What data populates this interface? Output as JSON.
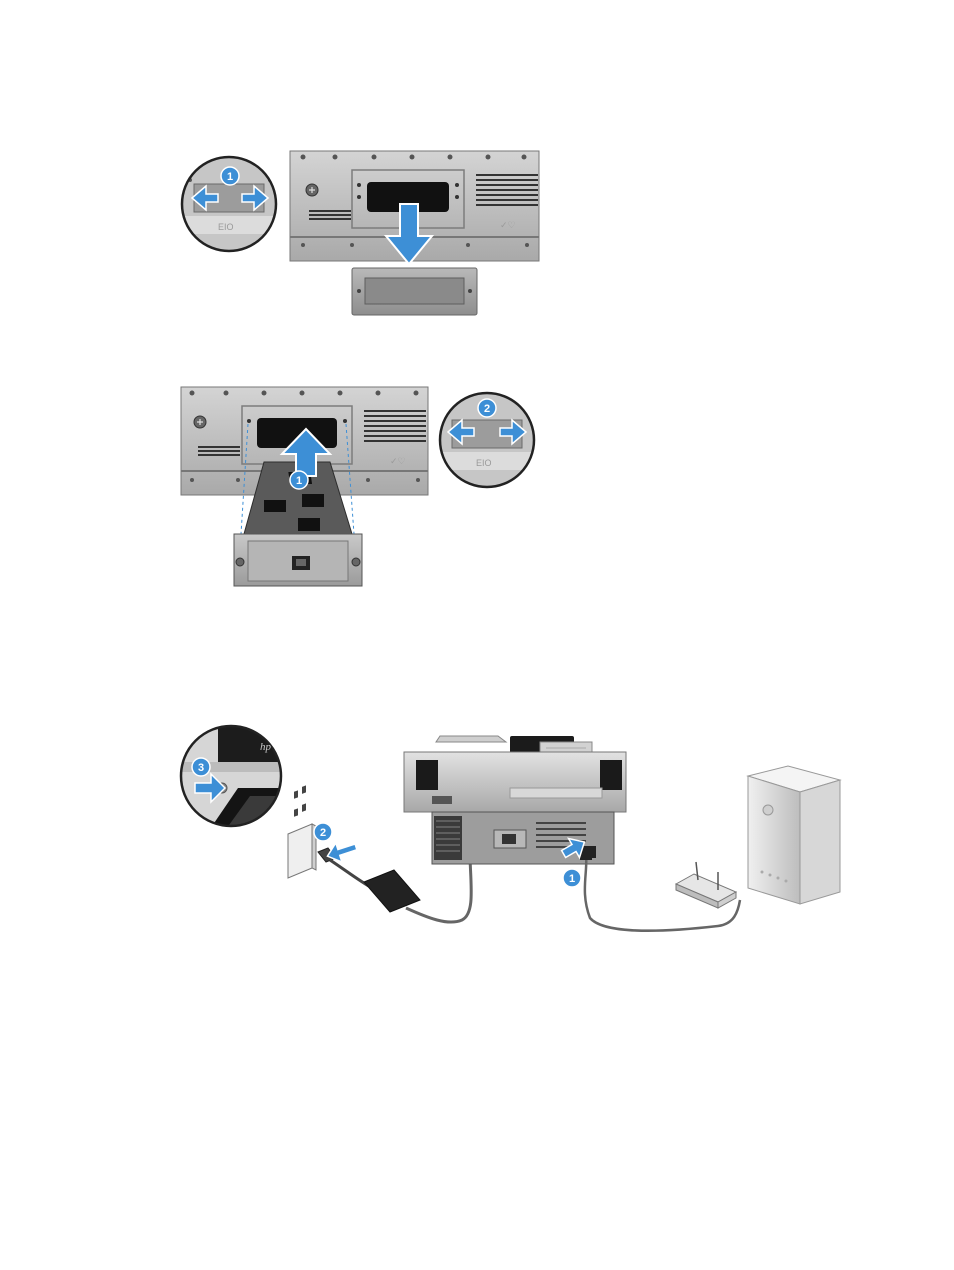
{
  "colors": {
    "accent_blue": "#3d8fd6",
    "panel_gray": "#bcbcbc",
    "panel_dark": "#8c8c8c",
    "slot_black": "#111111",
    "line_gray": "#555555"
  },
  "figure1": {
    "callout_step": "1",
    "port_label": "EIO"
  },
  "figure2": {
    "card_step": "1",
    "callout_step": "2",
    "port_label": "EIO"
  },
  "figure3": {
    "power_button_step": "3",
    "outlet_step": "2",
    "network_step": "1",
    "brand_mark": "hp"
  }
}
